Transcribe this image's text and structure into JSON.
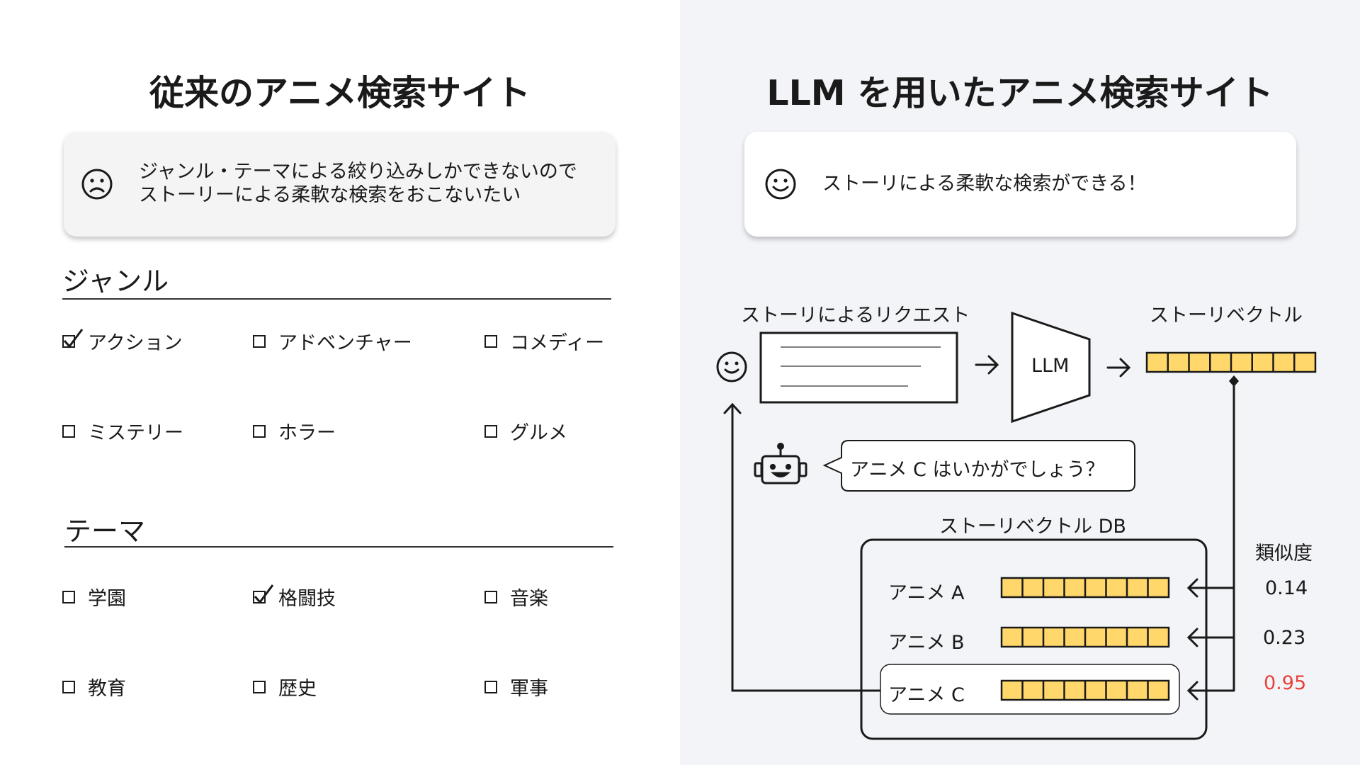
{
  "left": {
    "title": "従来のアニメ検索サイト",
    "card": {
      "face_icon": "sad-face-icon",
      "line1": "ジャンル・テーマによる絞り込みしかできないので",
      "line2": "ストーリーによる柔軟な検索をおこないたい"
    },
    "genre": {
      "label": "ジャンル",
      "options": [
        {
          "label": "アクション",
          "checked": true
        },
        {
          "label": "アドベンチャー",
          "checked": false
        },
        {
          "label": "コメディー",
          "checked": false
        },
        {
          "label": "ミステリー",
          "checked": false
        },
        {
          "label": "ホラー",
          "checked": false
        },
        {
          "label": "グルメ",
          "checked": false
        }
      ]
    },
    "theme": {
      "label": "テーマ",
      "options": [
        {
          "label": "学園",
          "checked": false
        },
        {
          "label": "格闘技",
          "checked": true
        },
        {
          "label": "音楽",
          "checked": false
        },
        {
          "label": "教育",
          "checked": false
        },
        {
          "label": "歴史",
          "checked": false
        },
        {
          "label": "軍事",
          "checked": false
        }
      ]
    }
  },
  "right": {
    "title": "LLM を用いたアニメ検索サイト",
    "card": {
      "face_icon": "smiley-face-icon",
      "text": "ストーリによる柔軟な検索ができる！"
    },
    "diagram": {
      "request_label": "ストーリによるリクエスト",
      "llm_label": "LLM",
      "vector_label": "ストーリベクトル",
      "bot_icon": "robot-icon",
      "bot_reply": "アニメ C はいかがでしょう？",
      "db_label": "ストーリベクトル DB",
      "similarity_header": "類似度",
      "items": [
        {
          "name": "アニメ A",
          "similarity": "0.14",
          "selected": false
        },
        {
          "name": "アニメ B",
          "similarity": "0.23",
          "selected": false
        },
        {
          "name": "アニメ C",
          "similarity": "0.95",
          "selected": true
        }
      ],
      "colors": {
        "vector_fill": "#ffd76b",
        "highlight": "#e8413c"
      }
    }
  }
}
